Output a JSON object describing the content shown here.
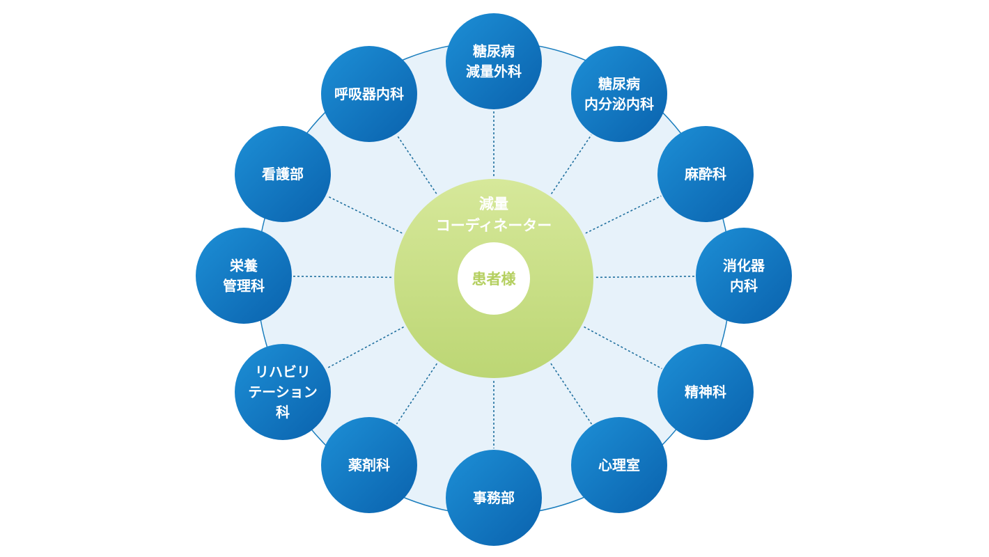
{
  "hub": {
    "coordinator_label": [
      "減量",
      "コーディネーター"
    ],
    "patient_label": "患者様"
  },
  "departments": [
    {
      "lines": [
        "糖尿病",
        "減量外科"
      ]
    },
    {
      "lines": [
        "糖尿病",
        "内分泌内科"
      ]
    },
    {
      "lines": [
        "麻酔科"
      ]
    },
    {
      "lines": [
        "消化器",
        "内科"
      ]
    },
    {
      "lines": [
        "精神科"
      ]
    },
    {
      "lines": [
        "心理室"
      ]
    },
    {
      "lines": [
        "事務部"
      ]
    },
    {
      "lines": [
        "薬剤科"
      ]
    },
    {
      "lines": [
        "リハビリ",
        "テーション",
        "科"
      ]
    },
    {
      "lines": [
        "栄養",
        "管理科"
      ]
    },
    {
      "lines": [
        "看護部"
      ]
    },
    {
      "lines": [
        "呼吸器内科"
      ]
    }
  ],
  "colors": {
    "node_fill_light": "#1d8fd6",
    "node_fill_dark": "#0a62ad",
    "ring_fill": "#e7f2fa",
    "ring_stroke": "#1a7dbd",
    "hub_fill_light": "#d6e89a",
    "hub_fill_dark": "#bcd674",
    "patient_text": "#b4cf5f",
    "connector": "#1f6f9e"
  }
}
